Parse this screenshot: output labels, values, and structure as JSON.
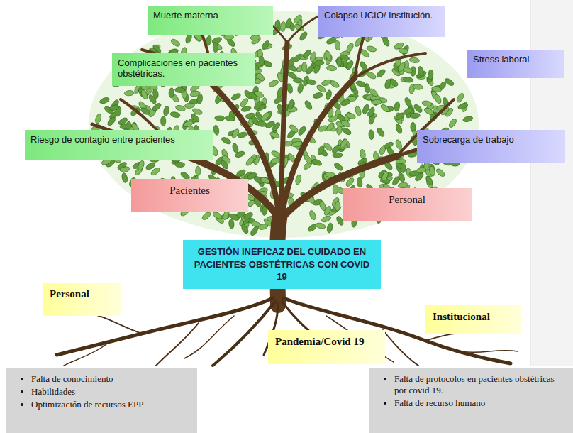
{
  "diagram": {
    "nodes": [
      {
        "text": [
          "Muerte materna"
        ]
      },
      {
        "text": [
          "Colapso UCIO/ Institución."
        ]
      },
      {
        "text": [
          "Stress laboral"
        ]
      },
      {
        "text": [
          "Complicaciones en pacientes obstétricas."
        ]
      },
      {
        "text": [
          "Riesgo de contagio entre pacientes"
        ]
      },
      {
        "text": [
          "Sobrecarga de trabajo"
        ]
      },
      {
        "text": [
          "Pacientes"
        ]
      },
      {
        "text": [
          "Personal"
        ]
      },
      {
        "text": [
          "GESTIÓN INEFICAZ DEL CUIDADO EN PACIENTES OBSTÉTRICAS CON COVID 19"
        ]
      },
      {
        "text": [
          "Personal"
        ]
      },
      {
        "text": [
          "Institucional"
        ]
      },
      {
        "text": [
          "Pandemia/Covid 19"
        ]
      },
      {
        "text": [
          "Falta de conocimiento",
          "Habilidades",
          "Optimización de recursos EPP"
        ]
      },
      {
        "text": [
          "Falta de protocolos en pacientes obstétricas por covid 19.",
          "Falta de recurso humano"
        ]
      }
    ]
  }
}
